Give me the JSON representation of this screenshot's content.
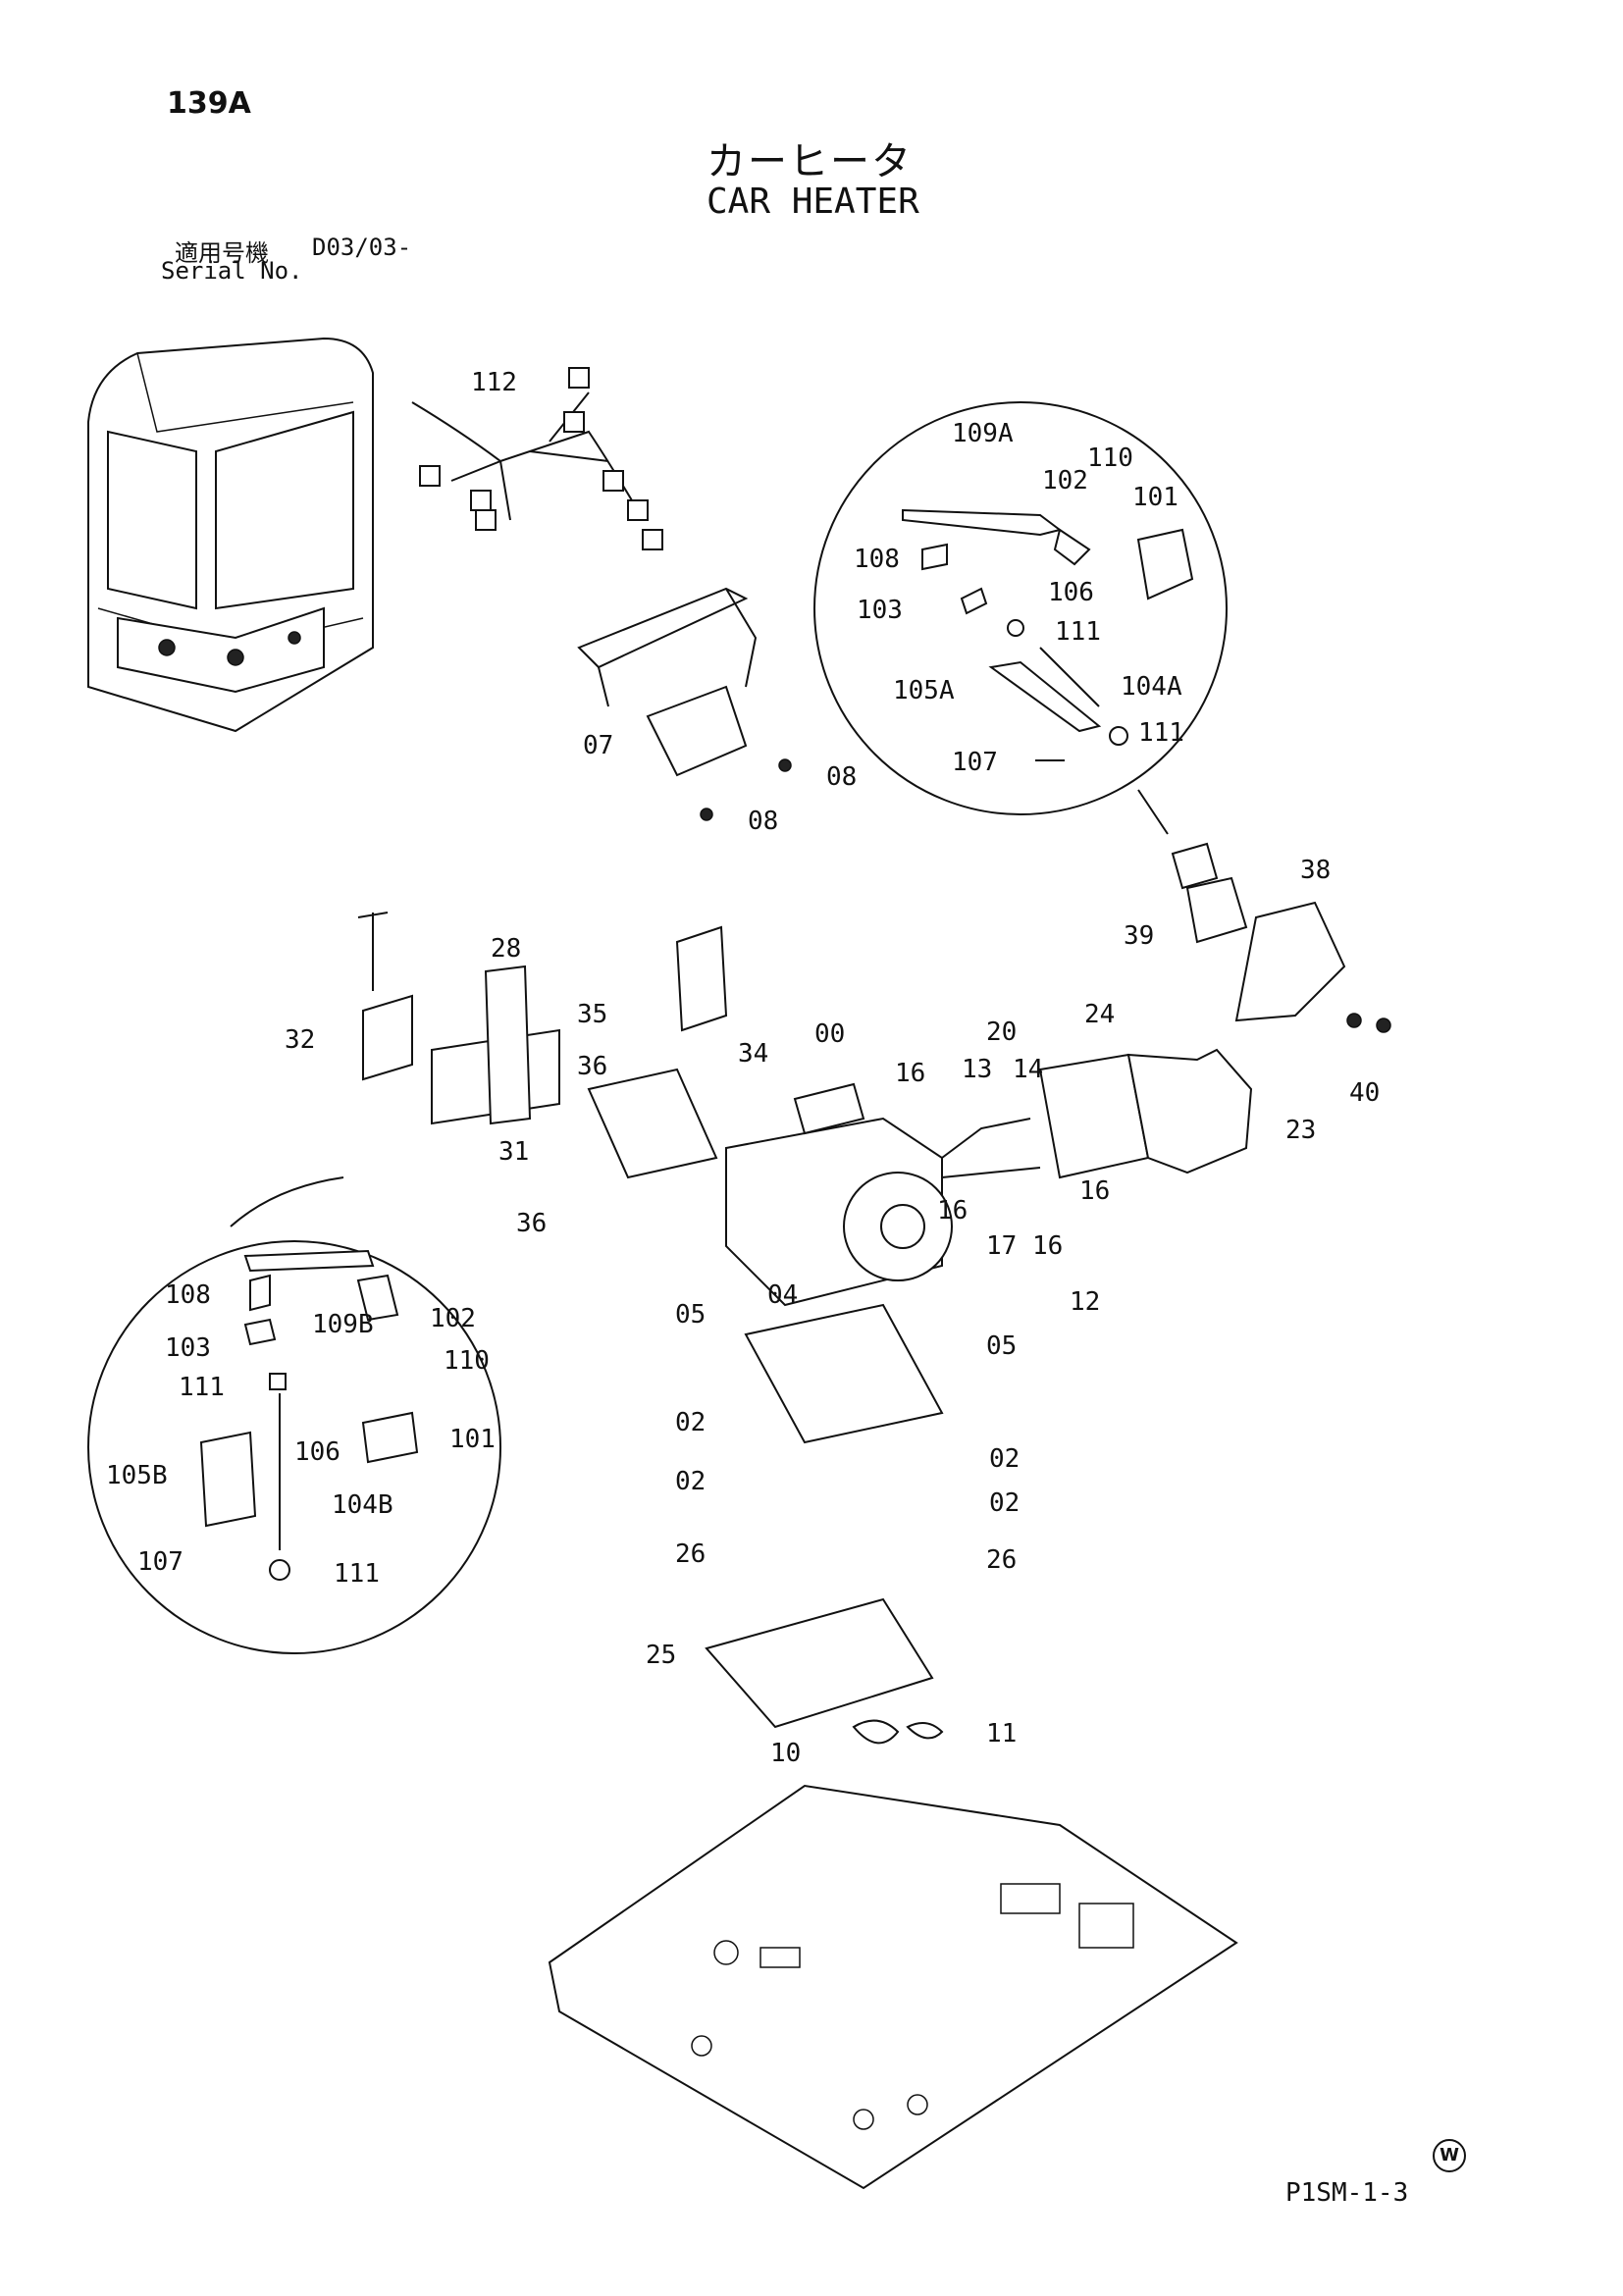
{
  "header": {
    "page_id": "139A",
    "title_jp": "カーヒータ",
    "title_en": "CAR HEATER",
    "serial_label_jp": "適用号機",
    "serial_value": "D03/03-",
    "serial_label_en": "Serial No."
  },
  "footer": {
    "code": "P1SM-1-3",
    "mark": "W"
  },
  "callouts": {
    "c112": "112",
    "c07": "07",
    "c08a": "08",
    "c08b": "08",
    "c109A": "109A",
    "c110a": "110",
    "c102a": "102",
    "c101a": "101",
    "c108a": "108",
    "c103a": "103",
    "c106a": "106",
    "c111a": "111",
    "c105A": "105A",
    "c104A": "104A",
    "c111b": "111",
    "c107a": "107",
    "c38": "38",
    "c39": "39",
    "c40": "40",
    "c28": "28",
    "c32": "32",
    "c35": "35",
    "c34": "34",
    "c36a": "36",
    "c31": "31",
    "c36b": "36",
    "c00": "00",
    "c16a": "16",
    "c20": "20",
    "c13": "13",
    "c14": "14",
    "c24": "24",
    "c23": "23",
    "c16b": "16",
    "c16c": "16",
    "c16d": "16",
    "c17": "17",
    "c12": "12",
    "c05a": "05",
    "c04": "04",
    "c05b": "05",
    "c02a": "02",
    "c02b": "02",
    "c02c": "02",
    "c02d": "02",
    "c26a": "26",
    "c26b": "26",
    "c25": "25",
    "c10": "10",
    "c11": "11",
    "c108b": "108",
    "c109B": "109B",
    "c102b": "102",
    "c103b": "103",
    "c110b": "110",
    "c111c": "111",
    "c106b": "106",
    "c101b": "101",
    "c105B": "105B",
    "c104B": "104B",
    "c107b": "107",
    "c111d": "111"
  }
}
